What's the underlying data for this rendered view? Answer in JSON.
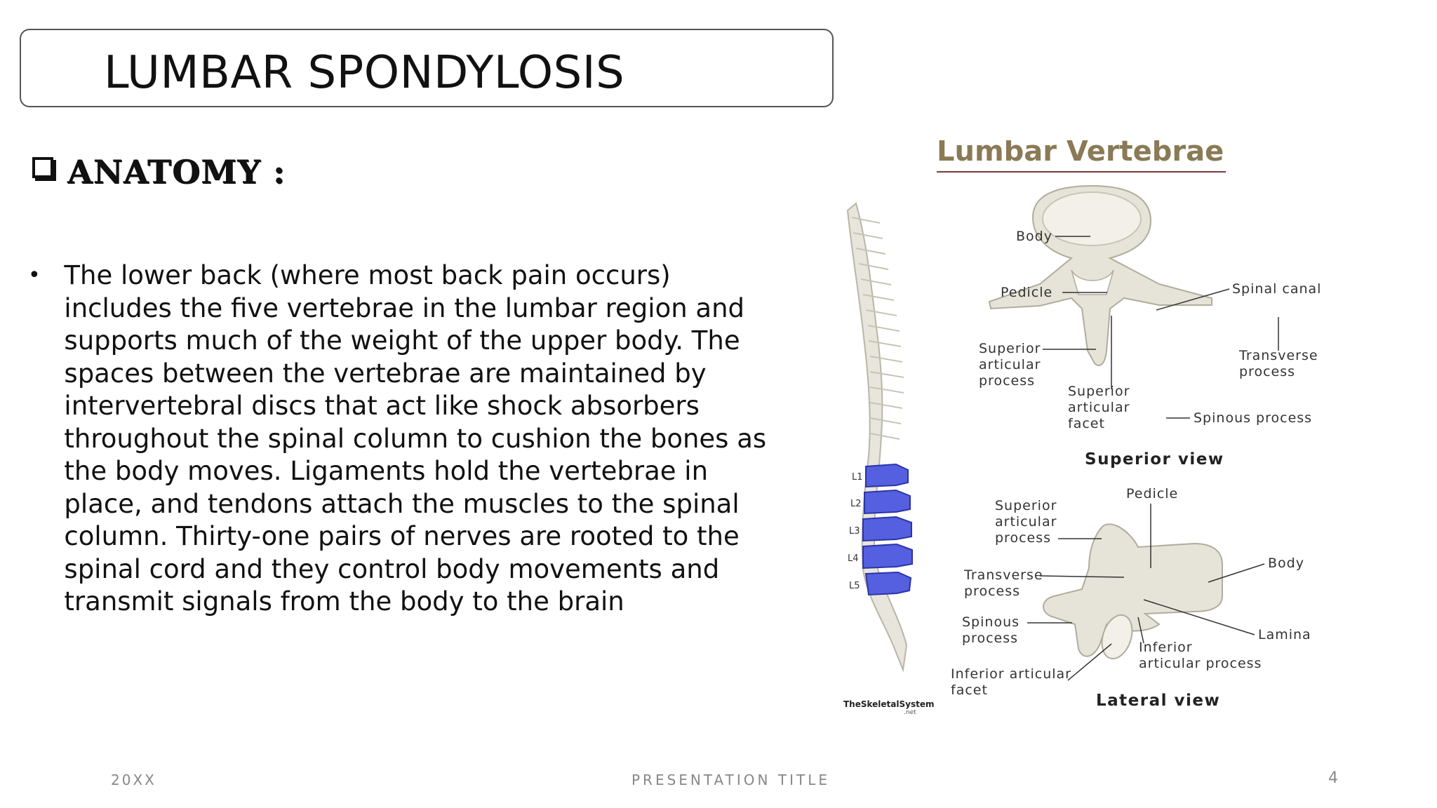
{
  "slide": {
    "title": "LUMBAR SPONDYLOSIS",
    "section_heading": "ANATOMY :",
    "bullets": [
      "The lower back (where most back pain occurs) includes the five vertebrae in the lumbar region and supports much of the weight of the upper body. The spaces between the vertebrae are maintained by intervertebral discs that act like shock absorbers throughout the spinal column to cushion the bones as the body moves. Ligaments hold the vertebrae in place, and tendons attach the muscles to the spinal column. Thirty-one pairs of nerves are rooted to the spinal cord and they control body movements and transmit signals from the body to the brain"
    ]
  },
  "figure": {
    "title": "Lumbar Vertebrae",
    "levels": [
      "L1",
      "L2",
      "L3",
      "L4",
      "L5"
    ],
    "superior_labels": {
      "body": "Body",
      "pedicle": "Pedicle",
      "spinal_canal": "Spinal canal",
      "sup_proc_1": "Superior",
      "sup_proc_2": "articular",
      "sup_proc_3": "process",
      "trans_1": "Transverse",
      "trans_2": "process",
      "sup_facet_1": "Superior",
      "sup_facet_2": "articular",
      "sup_facet_3": "facet",
      "spinous": "Spinous process"
    },
    "superior_caption": "Superior view",
    "lateral_labels": {
      "pedicle": "Pedicle",
      "sup_proc_1": "Superior",
      "sup_proc_2": "articular",
      "sup_proc_3": "process",
      "body": "Body",
      "trans_1": "Transverse",
      "trans_2": "process",
      "spinous_1": "Spinous",
      "spinous_2": "process",
      "lamina": "Lamina",
      "inf_proc_1": "Inferior",
      "inf_proc_2": "articular process",
      "inf_facet_1": "Inferior articular",
      "inf_facet_2": "facet"
    },
    "lateral_caption": "Lateral view",
    "credit": "TheSkeletalSystem",
    "credit_sub": ".net",
    "colors": {
      "title": "#8a7a55",
      "highlight": "#5560e0",
      "bone": "#e6e4d8"
    }
  },
  "footer": {
    "left": "20XX",
    "center": "PRESENTATION TITLE",
    "page_number": "4"
  }
}
